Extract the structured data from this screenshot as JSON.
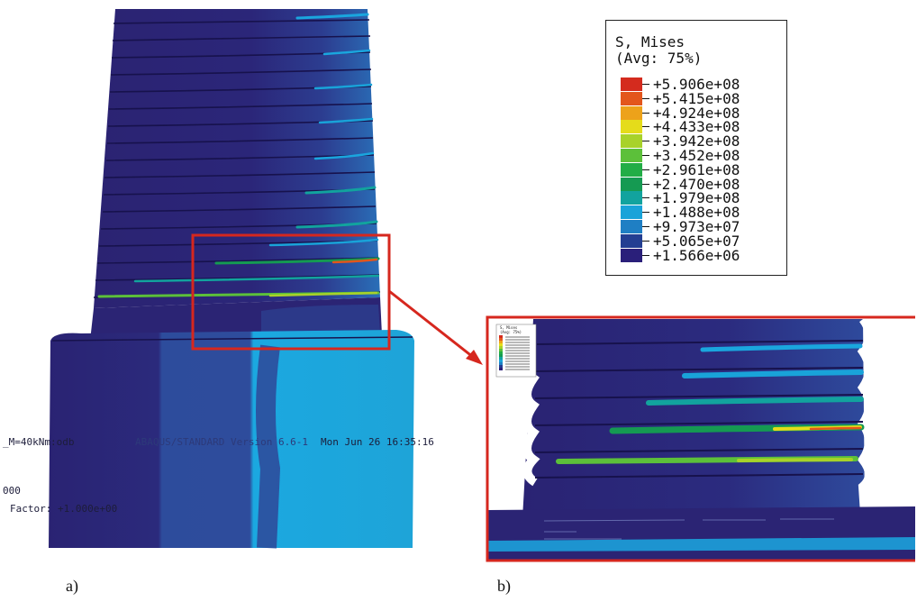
{
  "legend": {
    "title": "S, Mises",
    "subtitle": "(Avg: 75%)",
    "entries": [
      {
        "value": "+5.906e+08",
        "color": "#d42b1e"
      },
      {
        "value": "+5.415e+08",
        "color": "#e3561c"
      },
      {
        "value": "+4.924e+08",
        "color": "#eda21a"
      },
      {
        "value": "+4.433e+08",
        "color": "#e5dc1a"
      },
      {
        "value": "+3.942e+08",
        "color": "#a8d22a"
      },
      {
        "value": "+3.452e+08",
        "color": "#5cc03a"
      },
      {
        "value": "+2.961e+08",
        "color": "#22ad46"
      },
      {
        "value": "+2.470e+08",
        "color": "#159a52"
      },
      {
        "value": "+1.979e+08",
        "color": "#12a39e"
      },
      {
        "value": "+1.488e+08",
        "color": "#19a3d9"
      },
      {
        "value": "+9.973e+07",
        "color": "#1f7fc4"
      },
      {
        "value": "+5.065e+07",
        "color": "#233e92"
      },
      {
        "value": "+1.566e+06",
        "color": "#2a1f7a"
      }
    ]
  },
  "overlay_text": {
    "line1_a": "_M=40kNm:odb",
    "line1_b": "ABAQUS/STANDARD Version 6.6-1",
    "line1_c": "Mon Jun 26 16:35:16",
    "line2": "000",
    "line3": "Factor: +1.000e+00"
  },
  "inset_legend": {
    "title": "S, Mises",
    "subtitle": "(Avg: 75%)"
  },
  "captions": {
    "a": "a)",
    "b": "b)"
  },
  "colors": {
    "highlight": "#d6271e",
    "dark_blue": "#2c2675",
    "mid_blue": "#2e4a9a",
    "light_blue": "#1aa6de"
  }
}
